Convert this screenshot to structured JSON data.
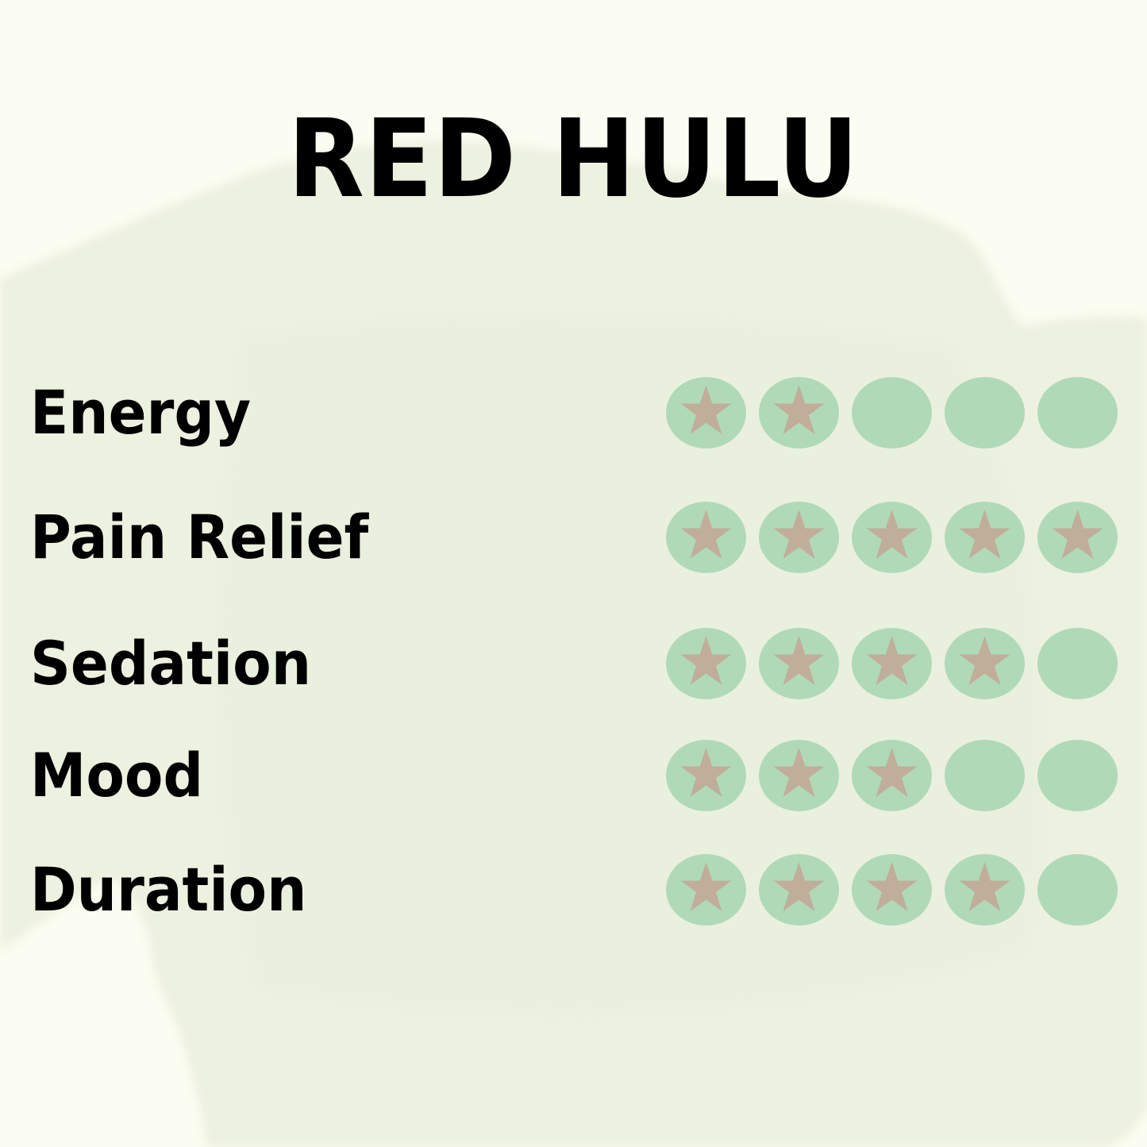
{
  "title": "RED HULU",
  "colors": {
    "background": "#fcfdf2",
    "blob": "#edf1e0",
    "circle": "#b0d9b8",
    "star": "#c0ae9a",
    "text": "#000000"
  },
  "max_rating": 5,
  "rows": [
    {
      "label": "Energy",
      "rating": 2
    },
    {
      "label": "Pain Relief",
      "rating": 5
    },
    {
      "label": "Sedation",
      "rating": 4
    },
    {
      "label": "Mood",
      "rating": 3
    },
    {
      "label": "Duration",
      "rating": 4
    }
  ],
  "icons": {
    "filled": "star-icon",
    "empty": "empty-circle-icon"
  }
}
